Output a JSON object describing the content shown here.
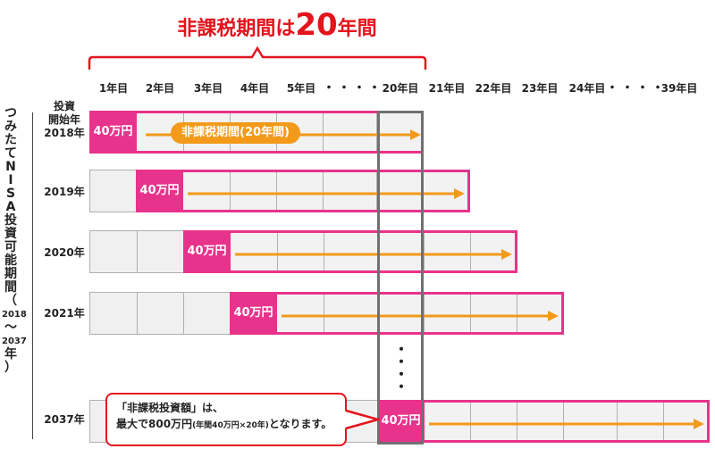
{
  "title": {
    "prefix": "非課税期間は",
    "number": "20",
    "suffix": "年間"
  },
  "columns": [
    "1年目",
    "2年目",
    "3年目",
    "4年目",
    "5年目",
    "20年目",
    "21年目",
    "22年目",
    "23年目",
    "24年目",
    "39年目"
  ],
  "dots": "・・・・",
  "vertical_label": [
    "つ",
    "み",
    "た",
    "て",
    "N",
    "I",
    "S",
    "A",
    "投",
    "資",
    "可",
    "能",
    "期",
    "間",
    "（",
    "2018",
    "～",
    "2037",
    "年",
    "）"
  ],
  "rows": [
    {
      "label_top": "投資",
      "label_mid": "開始年",
      "label": "2018年",
      "amount": "40万円"
    },
    {
      "label": "2019年",
      "amount": "40万円"
    },
    {
      "label": "2020年",
      "amount": "40万円"
    },
    {
      "label": "2021年",
      "amount": "40万円"
    },
    {
      "label": "2037年",
      "amount": "40万円"
    }
  ],
  "period_pill": "非課税期間(20年間)",
  "vertical_dots": "・・・・",
  "callout": {
    "line1": "「非課税投資額」は、",
    "line2_main": "最大で800万円",
    "line2_small": "(年間40万円×20年)",
    "line2_end": "となります。"
  },
  "colors": {
    "accent": "#e8338c",
    "arrow": "#f39a1a",
    "title": "#e4141d"
  }
}
